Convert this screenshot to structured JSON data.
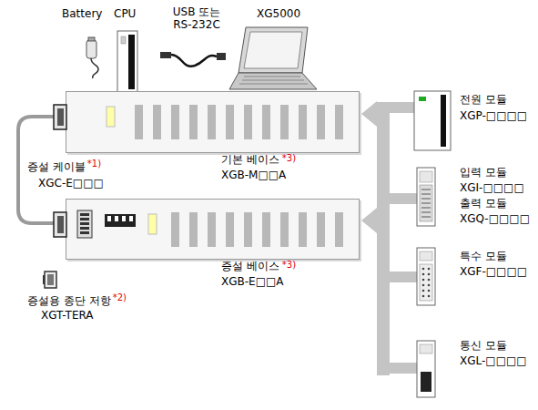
{
  "diagram": {
    "nodes": [
      {
        "text": [
          "기본 베이스",
          "*3)",
          "XGB-M□□A"
        ]
      },
      {
        "text": [
          "증설 베이스",
          "*3)",
          "XGB-E□□A"
        ]
      }
    ],
    "edges": [
      {
        "from": 0,
        "to": 1,
        "arrow": "none"
      }
    ],
    "labels": [
      "Battery",
      "CPU",
      "USB 또는 RS-232C",
      "XG5000",
      "증설 케이블",
      "*1)",
      "XGC-E□□□",
      "증설용 종단 저항",
      "*2)",
      "XGT-TERA",
      "전원 모듈",
      "XGP-□□□□",
      "입력 모듈",
      "XGI-□□□□",
      "출력 모듈",
      "XGQ-□□□□",
      "특수 모듈",
      "XGF-□□□□",
      "통신 모듈",
      "XGL-□□□□"
    ]
  }
}
